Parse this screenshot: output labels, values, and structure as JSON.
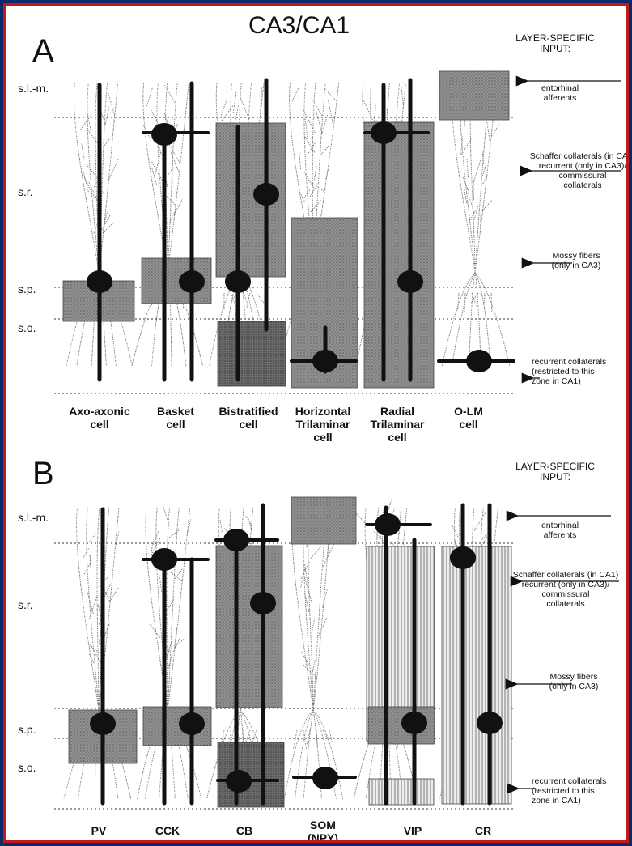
{
  "figure": {
    "title": "CA3/CA1",
    "layers": [
      "s.l.-m.",
      "s.r.",
      "s.p.",
      "s.o."
    ],
    "input_header": "LAYER-SPECIFIC\nINPUT:",
    "inputs": [
      "entorhinal\nafferents",
      "Schaffer collaterals (in CA1)\nrecurrent (only in CA3)/\ncommissural\ncollaterals",
      "Mossy fibers\n(only in CA3)",
      "recurrent collaterals\n(restricted to this\nzone in CA1)"
    ]
  },
  "panel_a": {
    "label": "A",
    "cells": [
      "Axo-axonic\ncell",
      "Basket\ncell",
      "Bistratified\ncell",
      "Horizontal\nTrilaminar\ncell",
      "Radial\nTrilaminar\ncell",
      "O-LM\ncell"
    ]
  },
  "panel_b": {
    "label": "B",
    "cells": [
      "PV",
      "CCK",
      "CB",
      "SOM\n(NPY)",
      "VIP",
      "CR"
    ]
  },
  "colors": {
    "background": "#0b2a6e",
    "frame_border": "#c01a1a",
    "shaded_box": "#8a8a8a",
    "dark_box": "#5a5a5a",
    "striped_box": "#d8d8d8",
    "axis_line": "#111111"
  },
  "icons": [
    "dendrite-icon",
    "soma-icon",
    "input-arrow-icon"
  ]
}
